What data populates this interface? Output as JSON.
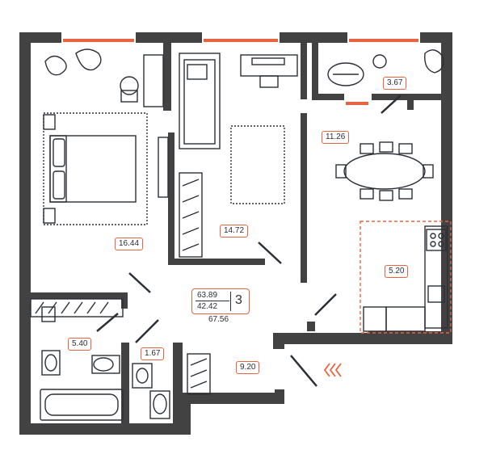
{
  "plan": {
    "colors": {
      "wall": "#424242",
      "accent": "#e8633f",
      "line": "#2b2f36"
    },
    "summary": {
      "total_area": "63.89",
      "living_area": "42.42",
      "rooms_count": "3",
      "area_with_balcony": "67.56"
    },
    "rooms": [
      {
        "name": "bedroom",
        "area": "16.44"
      },
      {
        "name": "second-bedroom",
        "area": "14.72"
      },
      {
        "name": "balcony",
        "area": "3.67"
      },
      {
        "name": "living-dining",
        "area": "11.26"
      },
      {
        "name": "kitchen",
        "area": "5.20"
      },
      {
        "name": "bathroom",
        "area": "5.40"
      },
      {
        "name": "toilet",
        "area": "1.67"
      },
      {
        "name": "hallway",
        "area": "9.20"
      }
    ],
    "entrance_icon": "chevrons-left-icon"
  }
}
